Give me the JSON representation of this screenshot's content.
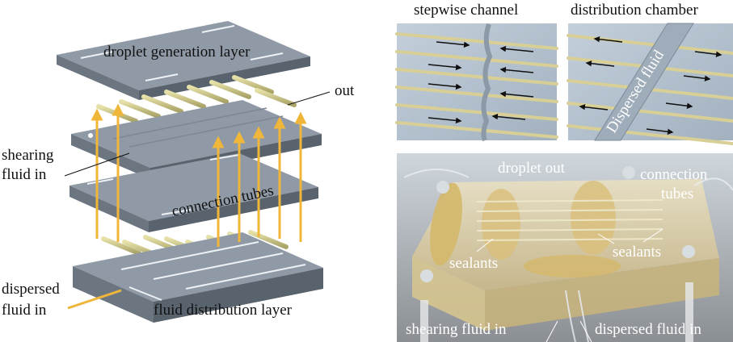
{
  "left": {
    "droplet_layer": "droplet generation layer",
    "out": "out",
    "shearing_1": "shearing",
    "shearing_2": "fluid in",
    "connection_tubes": "connection tubes",
    "dispersed_1": "dispersed",
    "dispersed_2": "fluid in",
    "fluid_dist_layer": "fluid distribution layer"
  },
  "top_right": {
    "stepwise_title": "stepwise channel",
    "distribution_title": "distribution chamber",
    "dispersed_fluid": "Dispersed fluid"
  },
  "photo": {
    "droplet_out": "droplet out",
    "connection_1": "connection",
    "connection_2": "tubes",
    "sealants_left": "sealants",
    "sealants_right": "sealants",
    "shearing_fluid_in": "shearing fluid in",
    "dispersed_fluid_in": "dispersed fluid in"
  },
  "colors": {
    "plate_top": "#8f9aa6",
    "plate_side": "#6b7681",
    "tube": "#c9c48a",
    "arrow": "#f0b63a",
    "photo_bg": "#a9b6c4"
  }
}
